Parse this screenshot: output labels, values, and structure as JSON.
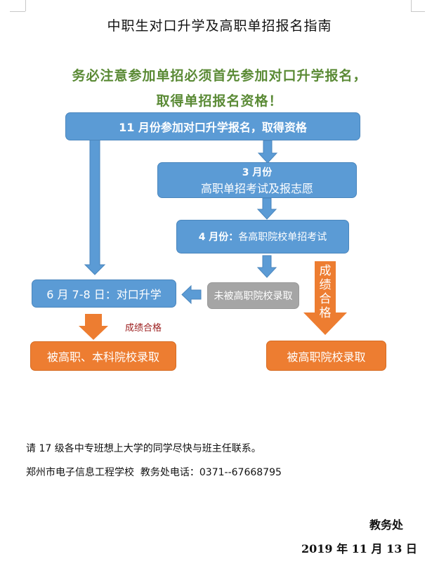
{
  "document": {
    "title": "中职生对口升学及高职单招报名指南",
    "notice_line1": "务必注意参加单招必须首先参加对口升学报名，",
    "notice_line2": "取得单招报名资格！"
  },
  "flowchart": {
    "step_nov": "11 月份参加对口升学报名，取得资格",
    "step_mar_title": "3 月份",
    "step_mar_desc": "高职单招考试及报志愿",
    "step_apr_title": "4 月份：",
    "step_apr_desc": "各高职院校单招考试",
    "not_admitted": "未被高职院校录取",
    "step_jun": "6 月 7-8 日：对口升学",
    "pass_label_left": "成绩合格",
    "pass_label_right": [
      "成",
      "绩",
      "合",
      "格"
    ],
    "result_left": "被高职、本科院校录取",
    "result_right": "被高职院校录取"
  },
  "footer": {
    "contact_note": "请 17 级各中专班想上大学的同学尽快与班主任联系。",
    "school_phone": "郑州市电子信息工程学校  教务处电话：0371--67668795",
    "signature": "教务处",
    "date": "2019 年 11 月 13 日"
  },
  "colors": {
    "blue": "#5b9bd5",
    "grey": "#a5a5a5",
    "orange": "#ed7d31",
    "notice_green": "#5a8a35",
    "pass_red": "#9b1c1c"
  }
}
